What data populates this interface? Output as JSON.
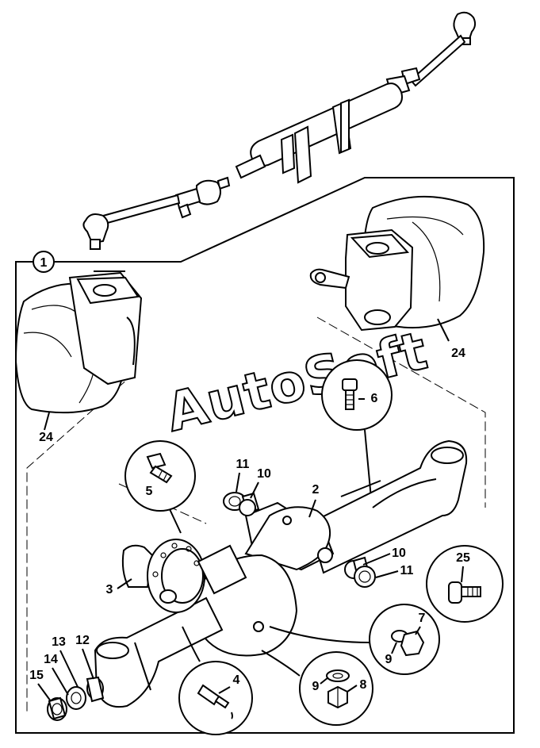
{
  "watermark": "AutoSoft",
  "callouts": {
    "group": "1",
    "p24_left": "24",
    "p24_right": "24",
    "p6": "6",
    "p11_top": "11",
    "p10_top": "10",
    "p2": "2",
    "p5": "5",
    "p3": "3",
    "p10_right": "10",
    "p11_right": "11",
    "p25": "25",
    "p7": "7",
    "p9_right": "9",
    "p4": "4",
    "p9_bottom": "9",
    "p8": "8",
    "p12": "12",
    "p13": "13",
    "p14": "14",
    "p15": "15"
  }
}
